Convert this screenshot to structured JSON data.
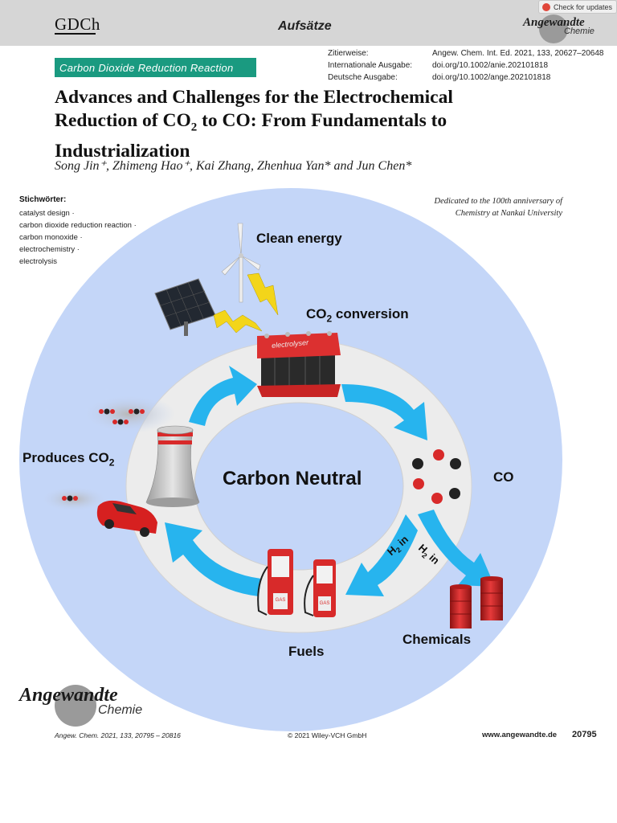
{
  "header": {
    "publisher_logo": "GDCh",
    "section": "Aufsätze",
    "check_updates": "Check for updates",
    "journal_logo": {
      "name": "Angewandte",
      "sub": "Chemie"
    }
  },
  "topic_badge": "Carbon Dioxide Reduction Reaction",
  "citation": {
    "row1_label": "Zitierweise:",
    "row1_value": "Angew. Chem. Int. Ed. 2021, 133, 20627–20648",
    "row2_label": "Internationale Ausgabe:",
    "row2_value": "doi.org/10.1002/anie.202101818",
    "row3_label": "Deutsche Ausgabe:",
    "row3_value": "doi.org/10.1002/ange.202101818"
  },
  "article": {
    "title_line1": "Advances and Challenges for the Electrochemical",
    "title_line2_a": "Reduction of CO",
    "title_line2_sub": "2",
    "title_line2_b": " to CO: From Fundamentals to",
    "title_line3": "Industrialization",
    "authors": "Song Jin⁺, Zhimeng Hao⁺, Kai Zhang, Zhenhua Yan* and Jun Chen*"
  },
  "keywords": {
    "heading": "Stichwörter:",
    "items": [
      "catalyst design ·",
      "carbon dioxide reduction reaction ·",
      "carbon monoxide ·",
      "electrochemistry ·",
      "electrolysis"
    ]
  },
  "dedication": {
    "line1": "Dedicated to the 100th anniversary of",
    "line2": "Chemistry at Nankai University"
  },
  "figure": {
    "clean_energy": "Clean energy",
    "co2_conversion_a": "CO",
    "co2_conversion_sub": "2",
    "co2_conversion_b": " conversion",
    "electrolyser": "electrolyser",
    "produces_a": "Produces CO",
    "produces_sub": "2",
    "carbon_neutral": "Carbon Neutral",
    "co": "CO",
    "h2in_a": "H",
    "h2in_sub": "2",
    "h2in_b": " in",
    "fuels": "Fuels",
    "chemicals": "Chemicals",
    "pump_label": "GAS",
    "colors": {
      "background_disc": "#c4d6f8",
      "ring": "#ececec",
      "arrow": "#27b4ee",
      "red": "#d82a2a"
    }
  },
  "footer": {
    "logo": {
      "name": "Angewandte",
      "sub": "Chemie"
    },
    "citation": "Angew. Chem. 2021, 133, 20795 – 20816",
    "copyright": "© 2021 Wiley-VCH GmbH",
    "url": "www.angewandte.de",
    "page": "20795"
  }
}
